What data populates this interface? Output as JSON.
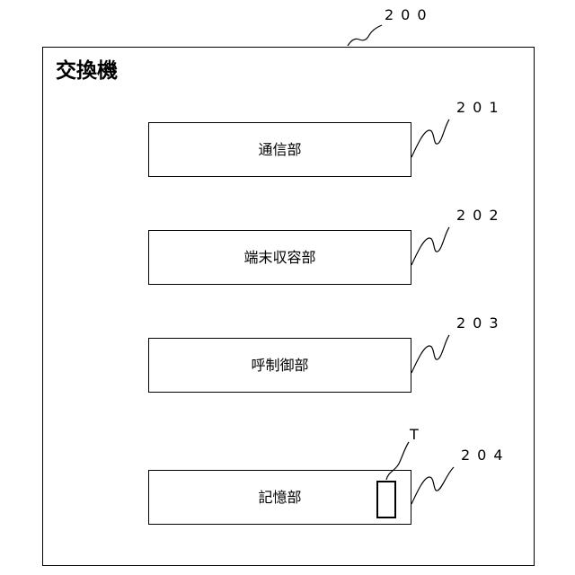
{
  "device": {
    "label": "交換機",
    "ref": "200"
  },
  "units": [
    {
      "label": "通信部",
      "ref": "201"
    },
    {
      "label": "端末収容部",
      "ref": "202"
    },
    {
      "label": "呼制御部",
      "ref": "203"
    },
    {
      "label": "記憶部",
      "ref": "204",
      "item": {
        "label": "T"
      }
    }
  ]
}
